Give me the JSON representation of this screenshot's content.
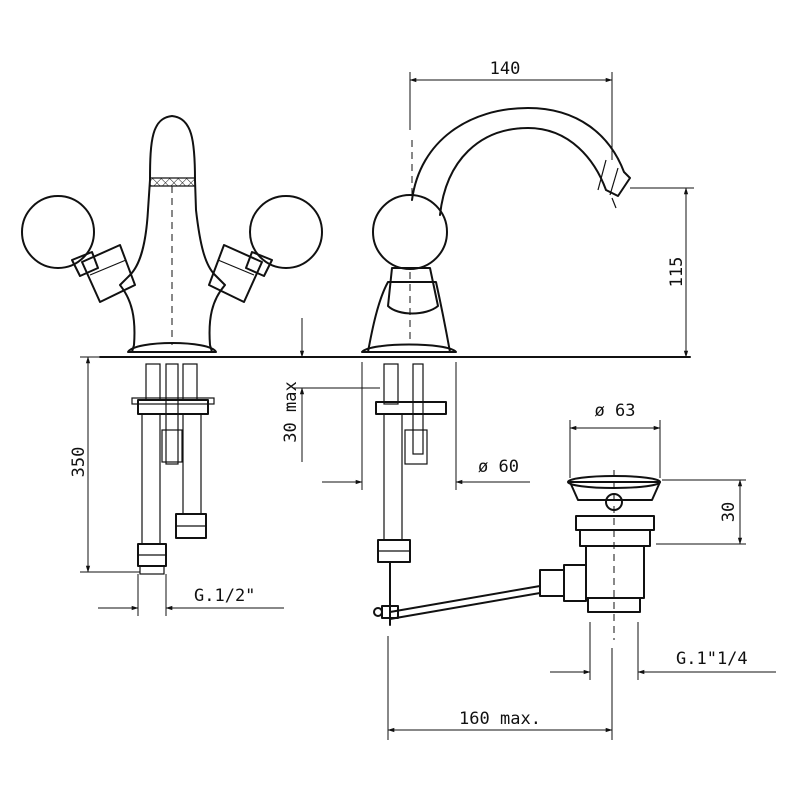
{
  "dimensions": {
    "spout_reach": "140",
    "spout_height": "115",
    "total_height": "350",
    "deck_thickness": "30 max",
    "base_diameter": "ø 60",
    "waste_diameter": "ø 63",
    "waste_height": "30",
    "supply_thread": "G.1/2\"",
    "waste_thread": "G.1\"1/4",
    "rod_length": "160 max."
  },
  "colors": {
    "line": "#111111",
    "background": "#ffffff"
  }
}
